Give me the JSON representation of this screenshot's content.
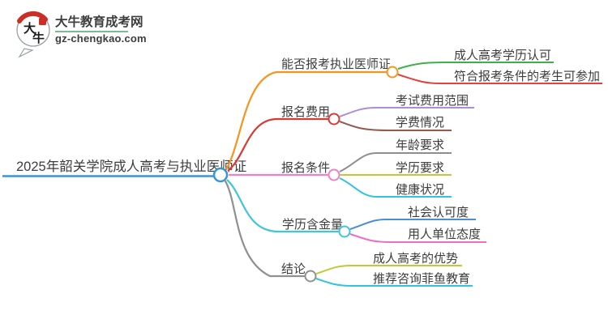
{
  "logo": {
    "bubble_char_1": "大",
    "bubble_char_2": "牛",
    "site_name": "大牛教育成考网",
    "site_url": "gz-chengkao.com",
    "brand_green": "#2b9348",
    "seal_red": "#cb2e25"
  },
  "mindmap": {
    "root": {
      "label": "2025年韶关学院成人高考与执业医师证",
      "color": "#3795d6"
    },
    "branches": [
      {
        "label": "能否报考执业医师证",
        "color": "#f7941e",
        "children": [
          {
            "label": "成人高考学历认可",
            "color": "#3eb049"
          },
          {
            "label": "符合报考条件的考生可参加",
            "color": "#e6403c"
          }
        ]
      },
      {
        "label": "报名费用",
        "color": "#d93a36",
        "children": [
          {
            "label": "考试费用范围",
            "color": "#ab8ed8"
          },
          {
            "label": "学费情况",
            "color": "#98584e"
          }
        ]
      },
      {
        "label": "报名条件",
        "color": "#f47fc3",
        "children": [
          {
            "label": "年龄要求",
            "color": "#8e8e8e"
          },
          {
            "label": "学历要求",
            "color": "#c5c835"
          },
          {
            "label": "健康状况",
            "color": "#2fc4e0"
          }
        ]
      },
      {
        "label": "学历含金量",
        "color": "#3fc6de",
        "children": [
          {
            "label": "社会认可度",
            "color": "#4a8fd2"
          },
          {
            "label": "用人单位态度",
            "color": "#ee6ec5"
          }
        ]
      },
      {
        "label": "结论",
        "color": "#909090",
        "children": [
          {
            "label": "成人高考的优势",
            "color": "#c5c835"
          },
          {
            "label": "推荐咨询菲鱼教育",
            "color": "#2fc4e0"
          }
        ]
      }
    ]
  }
}
